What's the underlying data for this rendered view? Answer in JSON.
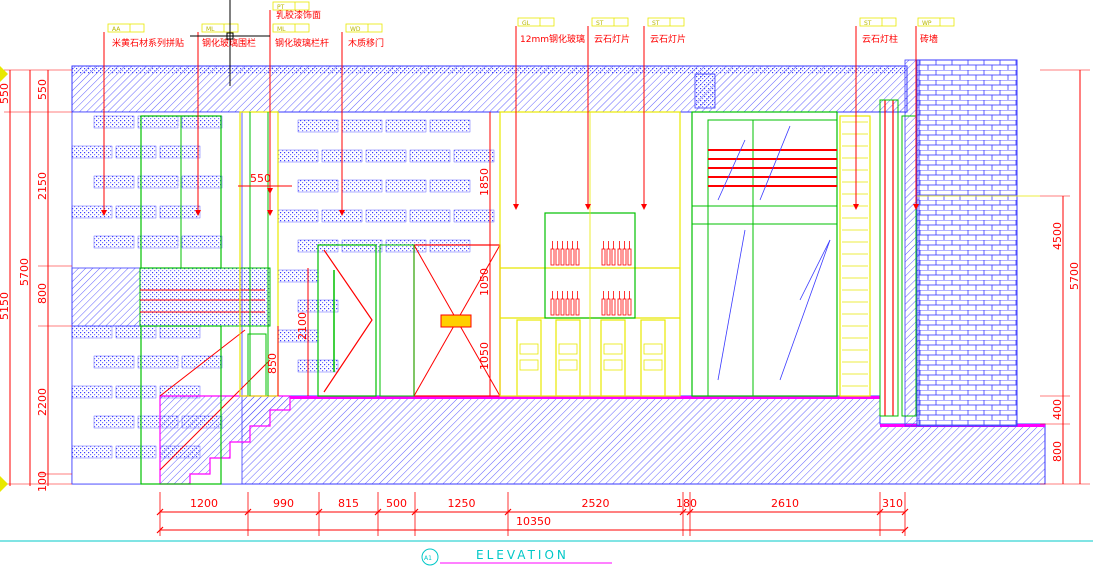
{
  "drawing": {
    "elevation_label": "ELEVATION",
    "elevation_marker": "A1"
  },
  "bottom_dimensions": {
    "segments": [
      "1200",
      "990",
      "815",
      "500",
      "1250",
      "2520",
      "180",
      "2610",
      "310"
    ],
    "total": "10350"
  },
  "left_dimensions": {
    "inner": [
      "550",
      "2150",
      "800",
      "2200",
      "100"
    ],
    "middle": "5700",
    "outer": [
      "550",
      "5150"
    ]
  },
  "right_dimensions": {
    "inner": [
      "4500",
      "400",
      "800"
    ],
    "outer": "5700"
  },
  "interior_dimensions": {
    "d550": "550",
    "d1850": "1850",
    "d1050a": "1050",
    "d1050b": "1050",
    "d2100": "2100",
    "d850": "850"
  },
  "annotations": [
    {
      "tag": "AA",
      "text": "米黄石材系列拼贴"
    },
    {
      "tag": "ML",
      "text": "钢化玻璃围栏"
    },
    {
      "tag": "PT",
      "text": "乳胶漆饰面"
    },
    {
      "tag": "ML",
      "text": "钢化玻璃栏杆"
    },
    {
      "tag": "WD",
      "text": "木质移门"
    },
    {
      "tag": "GL",
      "text": "12mm钢化玻璃"
    },
    {
      "tag": "ST",
      "text": "云石灯片"
    },
    {
      "tag": "ST",
      "text": "云石灯片"
    },
    {
      "tag": "ST",
      "text": "云石灯柱"
    },
    {
      "tag": "WP",
      "text": "砖墙"
    }
  ],
  "colors": {
    "hatch": "#3a3aff",
    "dimension": "#ff0000",
    "green": "#00c000",
    "yellow": "#e8e800",
    "magenta": "#ff00ff",
    "cyan": "#00c8c8"
  }
}
